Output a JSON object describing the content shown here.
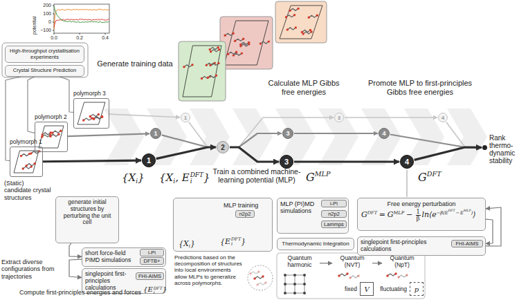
{
  "diagram": {
    "nodes": [
      {
        "text": [
          "High-throughput crystallisation experiments"
        ]
      },
      {
        "text": [
          "Crystal Structure Prediction"
        ]
      },
      {
        "text": [
          "polymorph 3"
        ]
      },
      {
        "text": [
          "polymorph 2"
        ]
      },
      {
        "text": [
          "polymorph 1"
        ]
      },
      {
        "text": [
          "1"
        ]
      },
      {
        "text": [
          "1"
        ]
      },
      {
        "text": [
          "1"
        ]
      },
      {
        "text": [
          "2"
        ]
      },
      {
        "text": [
          "3"
        ]
      },
      {
        "text": [
          "3"
        ]
      },
      {
        "text": [
          "3"
        ]
      },
      {
        "text": [
          "4"
        ]
      },
      {
        "text": [
          "4"
        ]
      },
      {
        "text": [
          "4"
        ]
      },
      {
        "text": [
          "Rank thermo- dynamic stability"
        ]
      },
      {
        "text": [
          "generate initial structures by perturbing the unit cell"
        ]
      },
      {
        "text": [
          "short force-field PIMD simulations"
        ]
      },
      {
        "text": [
          "i-Pi"
        ],
        "in": 17
      },
      {
        "text": [
          "DFTB+"
        ],
        "in": 17
      },
      {
        "text": [
          "singlepoint first-principles calculations"
        ]
      },
      {
        "text": [
          "FHI-AIMS"
        ],
        "in": 20
      },
      {
        "text": [
          "MLP training"
        ]
      },
      {
        "text": [
          "n2p2"
        ],
        "in": 22
      },
      {
        "text": [
          "MLP (PI)MD simulations"
        ]
      },
      {
        "text": [
          "i-Pi"
        ],
        "in": 24
      },
      {
        "text": [
          "n2p2"
        ],
        "in": 24
      },
      {
        "text": [
          "Lammps"
        ],
        "in": 24
      },
      {
        "text": [
          "Thermodynamic Integration"
        ]
      },
      {
        "text": [
          "Free energy perturbation"
        ]
      },
      {
        "text": [
          "singlepoint first-principles calculations"
        ]
      },
      {
        "text": [
          "FHI-AIMS"
        ],
        "in": 30
      },
      {
        "text": [
          "Quantum harmonic"
        ]
      },
      {
        "text": [
          "Quantum (NVT)"
        ]
      },
      {
        "text": [
          "Quantum (NpT)"
        ]
      },
      {
        "text": [
          "fixed",
          "V"
        ]
      },
      {
        "text": [
          "fluctuating",
          "p"
        ]
      }
    ],
    "edges": [
      {
        "from": 1,
        "to": 2,
        "arrow": "none"
      },
      {
        "from": 1,
        "to": 3,
        "arrow": "none"
      },
      {
        "from": 1,
        "to": 4,
        "arrow": "none"
      },
      {
        "from": 2,
        "to": 5,
        "arrow": "to"
      },
      {
        "from": 3,
        "to": 6,
        "arrow": "to"
      },
      {
        "from": 4,
        "to": 7,
        "arrow": "to"
      },
      {
        "from": 5,
        "to": 8,
        "arrow": "to"
      },
      {
        "from": 6,
        "to": 8,
        "arrow": "to"
      },
      {
        "from": 7,
        "to": 8,
        "arrow": "to"
      },
      {
        "from": 8,
        "to": 9,
        "arrow": "to"
      },
      {
        "from": 8,
        "to": 10,
        "arrow": "to"
      },
      {
        "from": 8,
        "to": 11,
        "arrow": "to"
      },
      {
        "from": 9,
        "to": 12,
        "arrow": "to"
      },
      {
        "from": 10,
        "to": 13,
        "arrow": "to"
      },
      {
        "from": 11,
        "to": 14,
        "arrow": "to"
      },
      {
        "from": 12,
        "to": 15,
        "arrow": "to"
      },
      {
        "from": 13,
        "to": 15,
        "arrow": "to"
      },
      {
        "from": 14,
        "to": 15,
        "arrow": "to"
      },
      {
        "from": 16,
        "to": 17,
        "arrow": "to"
      },
      {
        "from": 17,
        "to": 20,
        "arrow": "to"
      },
      {
        "from": 29,
        "to": 30,
        "arrow": "to"
      },
      {
        "from": 30,
        "to": 29,
        "arrow": "to"
      },
      {
        "from": 32,
        "to": 33,
        "arrow": "to"
      },
      {
        "from": 33,
        "to": 34,
        "arrow": "to"
      }
    ],
    "labels": [
      "Generate training data",
      "Train a combined machine-learning potential (MLP)",
      "Calculate MLP Gibbs free energies",
      "Promote MLP to first-principles Gibbs free energies",
      "(Static) candidate crystal structures",
      "Extract diverse configurations from trajectories",
      "Compute first-principles energies and forces",
      "Predictions based on the decomposition of structures into local environments allow MLPs to generalize across polymorphs.",
      "potential",
      "200",
      "100",
      "0",
      "−100",
      "0.0",
      "0.2",
      "0.4",
      "{X",
      "i",
      "}",
      "{X",
      "i",
      ", E",
      "i",
      "DFT",
      "}",
      "G",
      "MLP",
      "G",
      "DFT",
      "{E",
      "i",
      "DFT",
      "}",
      "{X",
      "i",
      "}",
      "{E",
      "i",
      "DFT",
      "}",
      "G",
      "DFT",
      "=",
      "G",
      "MLP",
      "−",
      "1",
      "β",
      "ln⟨e",
      "−β(E",
      "DFT",
      "−",
      "E",
      "MLP",
      ")",
      "⟩"
    ]
  }
}
